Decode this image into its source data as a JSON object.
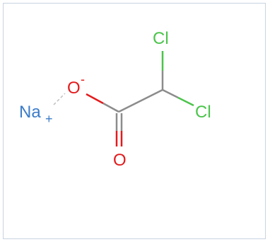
{
  "molecule": {
    "atoms": {
      "na": {
        "label": "Na",
        "charge": "+",
        "color": "#3b7cc9"
      },
      "o_minus": {
        "label": "O",
        "charge": "-",
        "color": "#e31a1c"
      },
      "o_double": {
        "label": "O",
        "color": "#e31a1c"
      },
      "cl_top": {
        "label": "Cl",
        "color": "#4bc44b"
      },
      "cl_right": {
        "label": "Cl",
        "color": "#4bc44b"
      }
    },
    "bond_color": "#8c8c8c"
  }
}
